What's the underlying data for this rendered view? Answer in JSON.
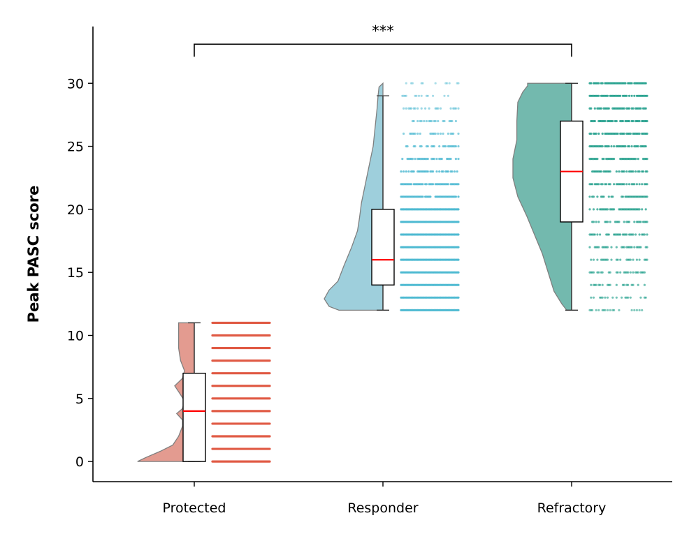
{
  "chart_data": {
    "type": "raincloud",
    "title": "",
    "xlabel": "",
    "ylabel": "Peak PASC score",
    "ylim": [
      -1.6,
      34.5
    ],
    "yticks": [
      0,
      5,
      10,
      15,
      20,
      25,
      30
    ],
    "grid": false,
    "legend": "none",
    "significance": {
      "from": "Protected",
      "to": "Refractory",
      "label": "***",
      "y": 33.1
    },
    "groups": [
      {
        "name": "Protected",
        "color": "#e05a44",
        "violin_color": "#e39b90",
        "min": 0,
        "q1": 0,
        "median": 4,
        "q3": 7,
        "max": 11,
        "violin_profile": [
          [
            0,
            0.58
          ],
          [
            0.3,
            0.5
          ],
          [
            0.8,
            0.35
          ],
          [
            1.3,
            0.22
          ],
          [
            2.0,
            0.16
          ],
          [
            2.8,
            0.12
          ],
          [
            3.3,
            0.12
          ],
          [
            3.8,
            0.18
          ],
          [
            4.2,
            0.12
          ],
          [
            4.8,
            0.1
          ],
          [
            5.3,
            0.14
          ],
          [
            6.0,
            0.2
          ],
          [
            6.6,
            0.12
          ],
          [
            7.2,
            0.1
          ],
          [
            8.0,
            0.14
          ],
          [
            9.0,
            0.16
          ],
          [
            10.0,
            0.16
          ],
          [
            10.8,
            0.16
          ],
          [
            11,
            0.16
          ]
        ],
        "points": [
          0,
          1,
          2,
          3,
          4,
          5,
          6,
          7,
          8,
          9,
          10,
          11
        ],
        "point_style": "dense"
      },
      {
        "name": "Responder",
        "color": "#4bb8d1",
        "violin_color": "#9ecfdc",
        "min": 12,
        "q1": 14,
        "median": 16,
        "q3": 20,
        "max": 29,
        "violin_profile": [
          [
            12,
            0.45
          ],
          [
            12.3,
            0.55
          ],
          [
            12.9,
            0.6
          ],
          [
            13.6,
            0.55
          ],
          [
            14.3,
            0.46
          ],
          [
            15.5,
            0.4
          ],
          [
            17,
            0.32
          ],
          [
            18.3,
            0.26
          ],
          [
            19.3,
            0.24
          ],
          [
            20.5,
            0.22
          ],
          [
            22,
            0.18
          ],
          [
            23.5,
            0.14
          ],
          [
            25,
            0.1
          ],
          [
            26.5,
            0.08
          ],
          [
            28,
            0.06
          ],
          [
            29,
            0.05
          ],
          [
            29.7,
            0.04
          ],
          [
            30,
            0.0
          ]
        ],
        "points": [
          12,
          13,
          14,
          15,
          16,
          17,
          18,
          19,
          20,
          21,
          22,
          23,
          24,
          25,
          26,
          27,
          28,
          29,
          30
        ],
        "point_density": [
          1,
          1,
          1,
          1,
          1,
          1,
          1,
          1,
          1,
          0.9,
          0.8,
          0.75,
          0.7,
          0.6,
          0.5,
          0.45,
          0.35,
          0.25,
          0.2
        ]
      },
      {
        "name": "Refractory",
        "color": "#1f9e8a",
        "violin_color": "#73b9ae",
        "min": 12,
        "q1": 19,
        "median": 23,
        "q3": 27,
        "max": 30,
        "violin_profile": [
          [
            12,
            0.05
          ],
          [
            12.5,
            0.1
          ],
          [
            13.5,
            0.18
          ],
          [
            15,
            0.24
          ],
          [
            16.5,
            0.3
          ],
          [
            18,
            0.38
          ],
          [
            19.5,
            0.46
          ],
          [
            21,
            0.55
          ],
          [
            22.5,
            0.6
          ],
          [
            24,
            0.6
          ],
          [
            25.5,
            0.56
          ],
          [
            27,
            0.56
          ],
          [
            28.5,
            0.55
          ],
          [
            29.3,
            0.5
          ],
          [
            29.8,
            0.45
          ],
          [
            30,
            0.45
          ]
        ],
        "points": [
          12,
          13,
          14,
          15,
          16,
          17,
          18,
          19,
          20,
          21,
          22,
          23,
          24,
          25,
          26,
          27,
          28,
          29,
          30
        ],
        "point_density": [
          0.35,
          0.45,
          0.5,
          0.5,
          0.5,
          0.55,
          0.6,
          0.6,
          0.65,
          0.7,
          0.7,
          0.75,
          0.75,
          0.75,
          0.8,
          0.8,
          0.8,
          0.85,
          0.9
        ]
      }
    ]
  }
}
